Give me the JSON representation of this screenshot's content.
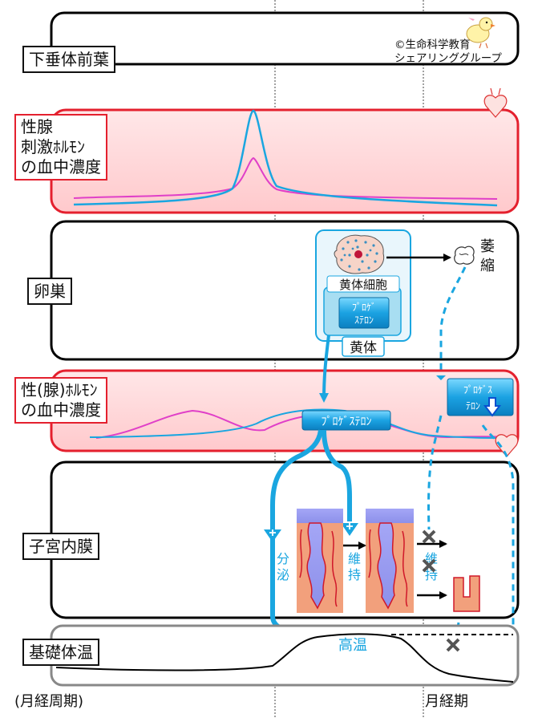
{
  "copyright": {
    "line1": "©生命科学教育",
    "line2": "シェアリンググループ"
  },
  "rows": {
    "pituitary": "下垂体前葉",
    "gonadotropin": [
      "性腺",
      "刺激ﾎﾙﾓﾝ",
      "の血中濃度"
    ],
    "ovary": "卵巣",
    "sex_hormone": [
      "性(腺)ﾎﾙﾓﾝ",
      "の血中濃度"
    ],
    "endometrium": "子宮内膜",
    "bbt": "基礎体温"
  },
  "ovary_labels": {
    "luteal_cell": "黄体細胞",
    "progesterone_box": [
      "ﾌﾟﾛｹﾞ",
      "ｽﾃﾛﾝ"
    ],
    "corpus_luteum": "黄体",
    "atrophy": [
      "萎",
      "縮"
    ]
  },
  "hormone_labels": {
    "progesterone": "ﾌﾟﾛｹﾞｽﾃﾛﾝ",
    "progesterone_falling": [
      "ﾌﾟﾛｹﾞｽ",
      "ﾃﾛﾝ"
    ]
  },
  "endometrium_labels": {
    "secretion": [
      "分",
      "泌"
    ],
    "maintain": [
      "維",
      "持"
    ],
    "maintain_failed": [
      "維",
      "持"
    ]
  },
  "bbt_labels": {
    "high_temp": "高温"
  },
  "bottom_labels": {
    "cycle": "(月経周期)",
    "menstruation": "月経期"
  },
  "colors": {
    "cyan": "#1aa6e0",
    "magenta": "#e040c8",
    "red_border": "#e4202e",
    "pink_fill": "#ffe3e4",
    "tissue": "#f2a07c",
    "gland": "#9a9ef0"
  }
}
